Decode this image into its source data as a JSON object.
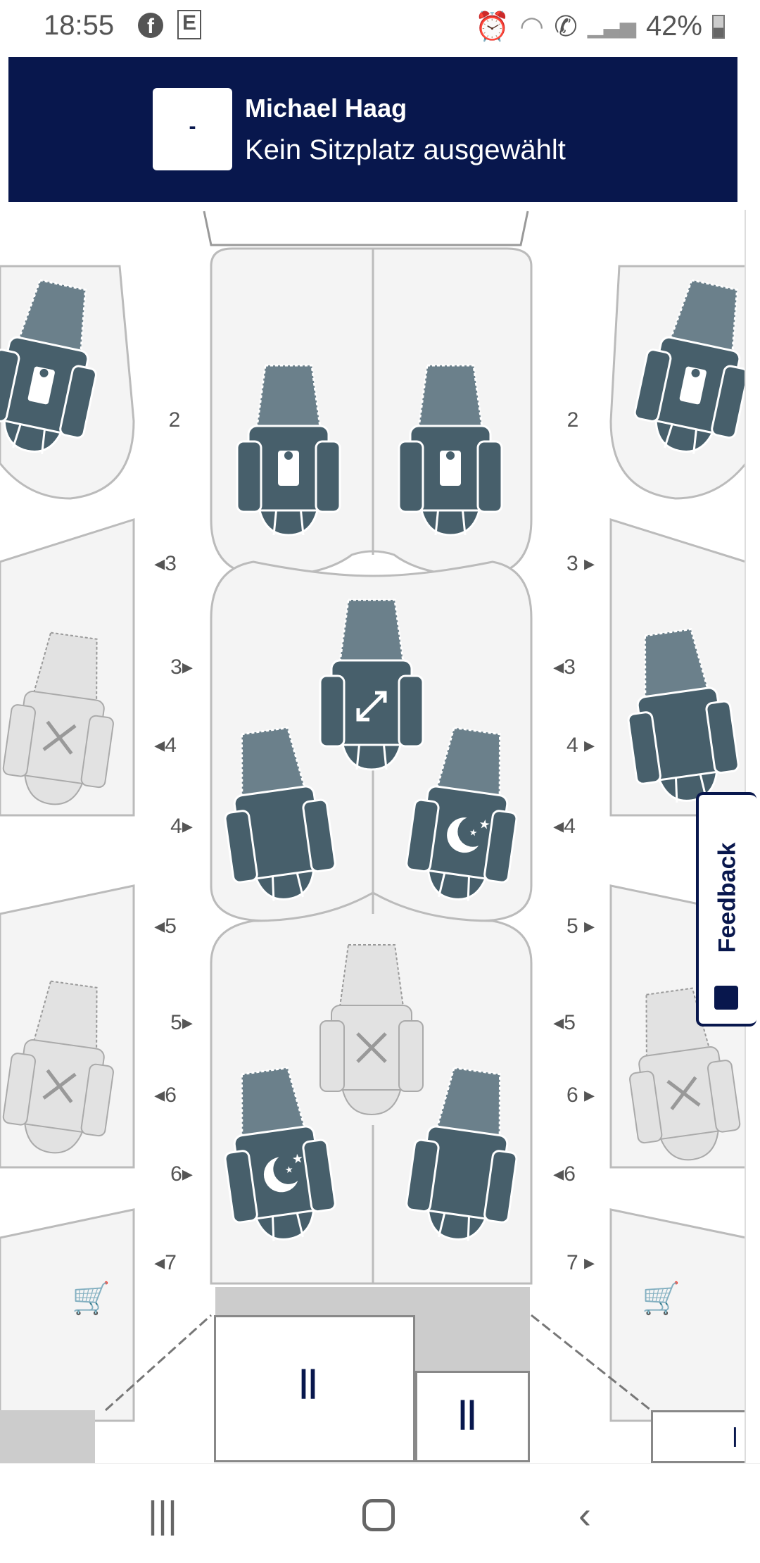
{
  "status_bar": {
    "time": "18:55",
    "battery": "42%",
    "app_icons": [
      "facebook-icon",
      "edeka-icon"
    ],
    "edeka_letter": "E",
    "system_icons": [
      "alarm-icon",
      "wifi-icon",
      "wifi-call-icon",
      "signal-icon",
      "battery-icon"
    ]
  },
  "header": {
    "seat_number": "-",
    "passenger_name": "Michael Haag",
    "seat_status": "Kein Sitzplatz ausgewählt"
  },
  "rows": {
    "r2": "2",
    "r3": "3",
    "r4": "4",
    "r5": "5",
    "r6": "6",
    "r7": "7"
  },
  "feedback": {
    "label": "Feedback"
  },
  "colors": {
    "header": "#08174d",
    "seat_available": "#475f6b",
    "seat_backrest": "#6b808b",
    "seat_unavailable": "#dcdcdc"
  }
}
